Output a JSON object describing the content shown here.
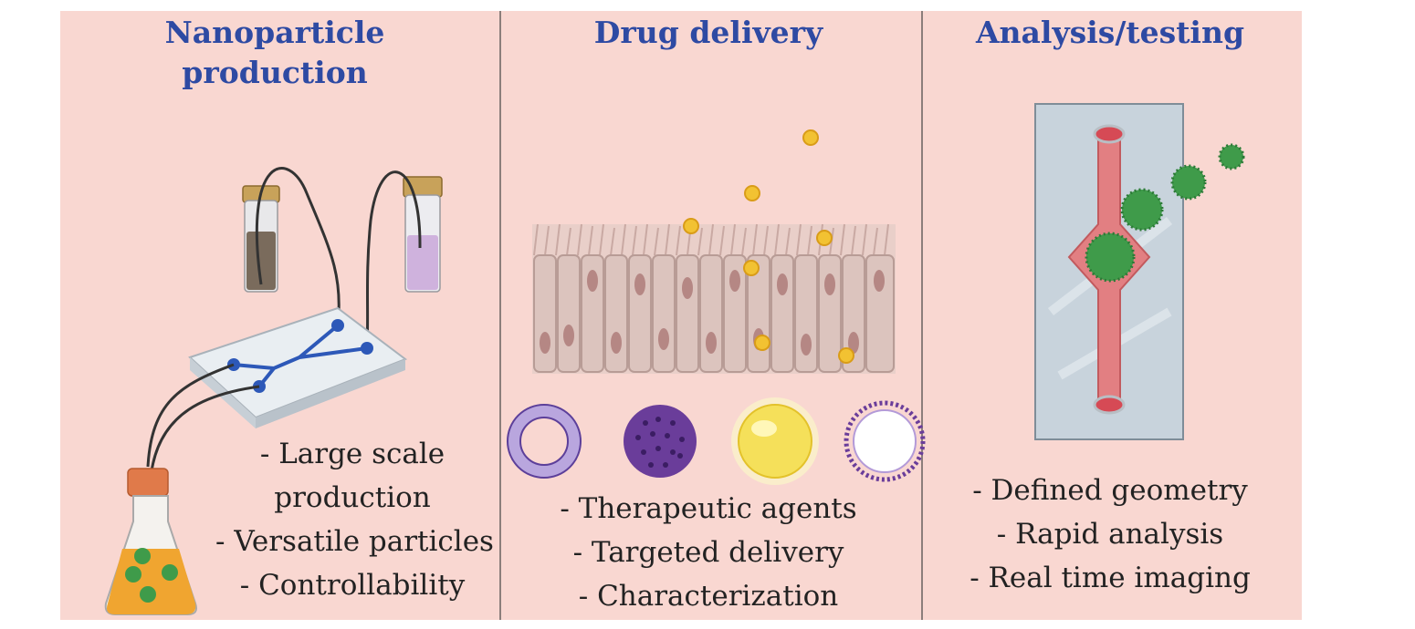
{
  "panels": [
    {
      "title_line1": "Nanoparticle",
      "title_line2": "production",
      "bullets": [
        "- Large scale",
        "production",
        "- Versatile particles",
        "- Controllability"
      ],
      "icons": [
        "vial-dark-icon",
        "vial-purple-icon",
        "microfluidic-chip-icon",
        "flask-icon"
      ]
    },
    {
      "title": "Drug delivery",
      "bullets": [
        "- Therapeutic agents",
        "- Targeted delivery",
        "- Characterization"
      ],
      "icons": [
        "epithelial-tissue-icon",
        "nanoparticle-dot-icon",
        "polymer-ring-icon",
        "porous-sphere-icon",
        "gold-sphere-icon",
        "liposome-icon"
      ]
    },
    {
      "title": "Analysis/testing",
      "bullets": [
        "- Defined geometry",
        "- Rapid analysis",
        "- Real time imaging"
      ],
      "icons": [
        "microchannel-chip-icon",
        "cell-cluster-icon"
      ]
    }
  ],
  "colors": {
    "background": "#f9d7d1",
    "title": "#2e4aa3",
    "text": "#222222",
    "channel": "#2d58b8",
    "particle": "#f2c232",
    "cell_green": "#3f9b4a",
    "purple": "#6a3d9a",
    "channel_pink": "#e27f82"
  }
}
